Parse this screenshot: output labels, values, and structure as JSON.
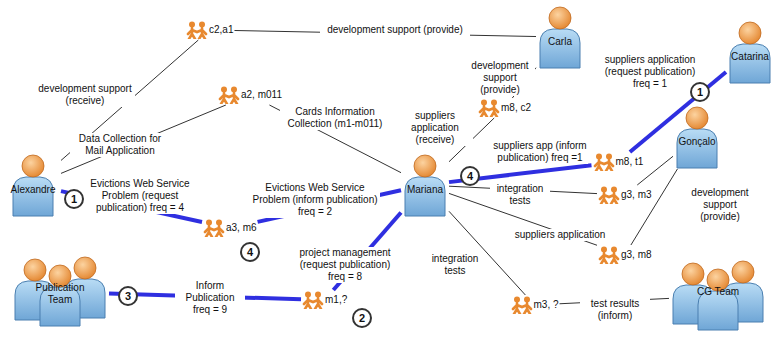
{
  "diagram": {
    "nodes": [
      {
        "text": [
          "Alexandre"
        ]
      },
      {
        "text": [
          "Carla"
        ]
      },
      {
        "text": [
          "Catarina"
        ]
      },
      {
        "text": [
          "Gonçalo"
        ]
      },
      {
        "text": [
          "Mariana"
        ]
      },
      {
        "text": [
          "Publication Team"
        ]
      },
      {
        "text": [
          "CG Team"
        ]
      },
      {
        "text": [
          "c2,a1"
        ]
      },
      {
        "text": [
          "a2, m011"
        ]
      },
      {
        "text": [
          "a3, m6"
        ]
      },
      {
        "text": [
          "m8, c2"
        ]
      },
      {
        "text": [
          "m8, t1"
        ]
      },
      {
        "text": [
          "g3, m3"
        ]
      },
      {
        "text": [
          "g3, m8"
        ]
      },
      {
        "text": [
          "m1,?"
        ]
      },
      {
        "text": [
          "m3, ?"
        ]
      }
    ],
    "edges": [
      {
        "from": 0,
        "to": 7,
        "arrow": "none",
        "label": "development support (receive)"
      },
      {
        "from": 7,
        "to": 1,
        "arrow": "none",
        "label": "development support (provide)"
      },
      {
        "from": 0,
        "to": 8,
        "arrow": "none",
        "label": "Data Collection for Mail Application"
      },
      {
        "from": 8,
        "to": 4,
        "arrow": "none",
        "label": "Cards Information Collection (m1-m011)"
      },
      {
        "from": 0,
        "to": 9,
        "arrow": "none",
        "label": "Evictions Web Service Problem (request publication) freq = 4"
      },
      {
        "from": 9,
        "to": 4,
        "arrow": "none",
        "label": "Evictions Web Service Problem (inform publication) freq = 2"
      },
      {
        "from": 4,
        "to": 10,
        "arrow": "none",
        "label": "suppliers application (receive)"
      },
      {
        "from": 10,
        "to": 1,
        "arrow": "none",
        "label": "development support (provide)"
      },
      {
        "from": 2,
        "to": 11,
        "arrow": "none",
        "label": "suppliers application (request publication) freq = 1"
      },
      {
        "from": 11,
        "to": 4,
        "arrow": "none",
        "label": "suppliers app (inform publication) freq =1"
      },
      {
        "from": 4,
        "to": 12,
        "arrow": "none",
        "label": "integration tests"
      },
      {
        "from": 12,
        "to": 3,
        "arrow": "none",
        "label": "development support (provide)"
      },
      {
        "from": 4,
        "to": 13,
        "arrow": "none",
        "label": "suppliers application"
      },
      {
        "from": 13,
        "to": 3,
        "arrow": "none"
      },
      {
        "from": 5,
        "to": 14,
        "arrow": "none",
        "label": "Inform Publication freq = 9"
      },
      {
        "from": 14,
        "to": 4,
        "arrow": "none",
        "label": "project management (request publication) freq = 8"
      },
      {
        "from": 4,
        "to": 15,
        "arrow": "none",
        "label": "integration tests"
      },
      {
        "from": 15,
        "to": 6,
        "arrow": "none",
        "label": "test results (inform)"
      }
    ],
    "labels": [
      "1",
      "4",
      "4",
      "2",
      "3",
      "1"
    ]
  }
}
